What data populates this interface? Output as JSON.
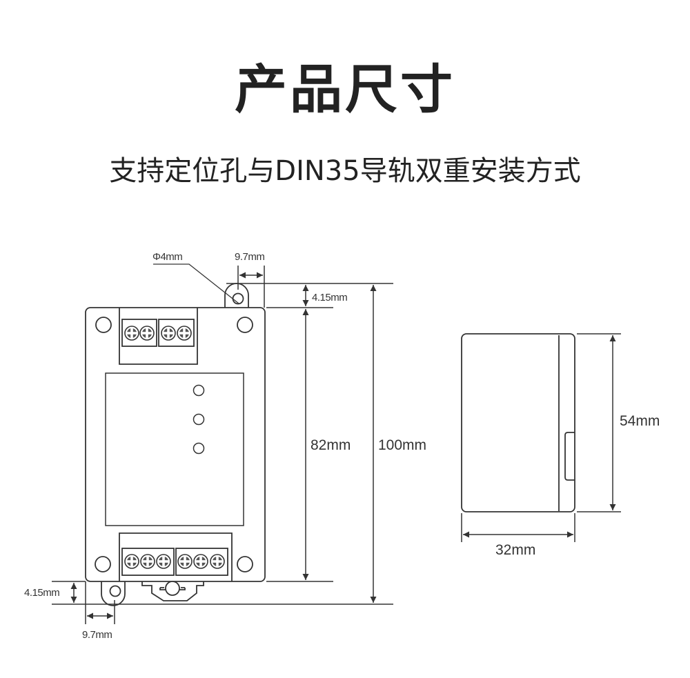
{
  "header": {
    "title": "产品尺寸",
    "subtitle": "支持定位孔与DIN35导轨双重安装方式"
  },
  "front_view": {
    "hole_diameter_label": "Φ4mm",
    "top_tab_width_label": "9.7mm",
    "top_tab_height_label": "4.15mm",
    "body_height_label": "82mm",
    "total_height_label": "100mm",
    "bottom_tab_height_label": "4.15mm",
    "bottom_tab_width_label": "9.7mm",
    "top_terminal_blocks": [
      2,
      2
    ],
    "bottom_terminal_blocks": [
      3,
      3
    ],
    "indicator_leds": 3
  },
  "side_view": {
    "height_label": "54mm",
    "width_label": "32mm"
  },
  "colors": {
    "line": "#333333",
    "text": "#222222",
    "background": "#ffffff"
  }
}
